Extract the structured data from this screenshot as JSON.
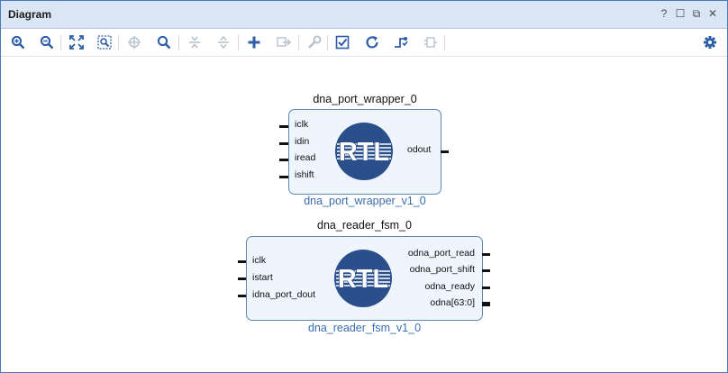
{
  "window": {
    "title": "Diagram",
    "controls": {
      "help": "?",
      "restore": "☐",
      "float": "⧉",
      "close": "✕"
    }
  },
  "toolbar": {
    "buttons": [
      {
        "name": "zoom-in-icon"
      },
      {
        "name": "zoom-out-icon"
      },
      {
        "name": "zoom-fit-icon"
      },
      {
        "name": "zoom-area-icon"
      },
      {
        "name": "auto-connect-icon"
      },
      {
        "name": "search-icon"
      },
      {
        "name": "collapse-all-icon"
      },
      {
        "name": "expand-all-icon"
      },
      {
        "name": "add-ip-icon"
      },
      {
        "name": "make-external-icon"
      },
      {
        "name": "properties-wrench-icon"
      },
      {
        "name": "validate-design-icon"
      },
      {
        "name": "regenerate-layout-icon"
      },
      {
        "name": "optimize-routing-icon"
      },
      {
        "name": "add-comment-icon"
      }
    ],
    "settings": {
      "name": "gear-icon"
    }
  },
  "blocks": [
    {
      "instance": "dna_port_wrapper_0",
      "module": "dna_port_wrapper_v1_0",
      "logo": "RTL",
      "inputs": [
        "iclk",
        "idin",
        "iread",
        "ishift"
      ],
      "outputs": [
        "odout"
      ]
    },
    {
      "instance": "dna_reader_fsm_0",
      "module": "dna_reader_fsm_v1_0",
      "logo": "RTL",
      "inputs": [
        "iclk",
        "istart",
        "idna_port_dout"
      ],
      "outputs": [
        "odna_port_read",
        "odna_port_shift",
        "odna_ready",
        "odna[63:0]"
      ]
    }
  ],
  "colors": {
    "titlebar": "#dbe6f5",
    "block_fill": "#eef5fd",
    "block_border": "#5f87b8",
    "logo": "#2b4f8a",
    "module_text": "#3a6cb3",
    "icon_blue": "#2e5ea8",
    "icon_disabled": "#b9c1cc"
  }
}
